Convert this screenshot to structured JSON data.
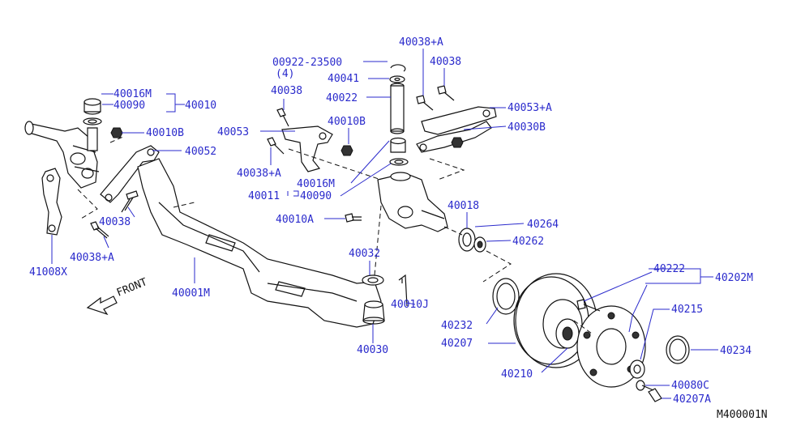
{
  "diagram": {
    "drawing_code": "M400001N",
    "front_label": "FRONT",
    "labels": {
      "p00922": "00922-23500",
      "p00922_qty": "(4)",
      "p40001M": "40001M",
      "p40010": "40010",
      "p40010A": "40010A",
      "p40010B_left": "40010B",
      "p40010B_mid": "40010B",
      "p40010J": "40010J",
      "p40011": "40011",
      "p40016M_left": "40016M",
      "p40016M_mid": "40016M",
      "p40018": "40018",
      "p40022": "40022",
      "p40030": "40030",
      "p40030B": "40030B",
      "p40032": "40032",
      "p40038_top": "40038",
      "p40038_mid": "40038",
      "p40038_left": "40038",
      "p40038A_top": "40038+A",
      "p40038A_mid": "40038+A",
      "p40038A_left": "40038+A",
      "p40041": "40041",
      "p40052": "40052",
      "p40053": "40053",
      "p40053A": "40053+A",
      "p40090_left": "40090",
      "p40090_mid": "40090",
      "p40202M": "40202M",
      "p40207": "40207",
      "p40207A": "40207A",
      "p40210": "40210",
      "p40215": "40215",
      "p40222": "40222",
      "p40232": "40232",
      "p40234": "40234",
      "p40262": "40262",
      "p40264": "40264",
      "p40080C": "40080C",
      "p41008X": "41008X"
    }
  }
}
